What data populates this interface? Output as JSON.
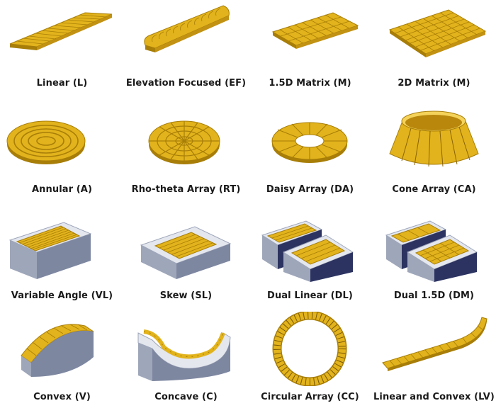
{
  "colors": {
    "gold": "#E2B31C",
    "gold_dark": "#A87E08",
    "gold_light": "#F5D35A",
    "block_top": "#E4E7EE",
    "block_side": "#9EA6BA",
    "block_front": "#7E87A0",
    "block_dark": "#2C3360"
  },
  "items": [
    {
      "label": "Linear (L)",
      "icon": "linear-array-icon"
    },
    {
      "label": "Elevation Focused (EF)",
      "icon": "elevation-focused-array-icon"
    },
    {
      "label": "1.5D Matrix (M)",
      "icon": "1-5d-matrix-array-icon"
    },
    {
      "label": "2D Matrix (M)",
      "icon": "2d-matrix-array-icon"
    },
    {
      "label": "Annular (A)",
      "icon": "annular-array-icon"
    },
    {
      "label": "Rho-theta Array (RT)",
      "icon": "rho-theta-array-icon"
    },
    {
      "label": "Daisy Array (DA)",
      "icon": "daisy-array-icon"
    },
    {
      "label": "Cone Array (CA)",
      "icon": "cone-array-icon"
    },
    {
      "label": "Variable Angle (VL)",
      "icon": "variable-angle-array-icon"
    },
    {
      "label": "Skew (SL)",
      "icon": "skew-array-icon"
    },
    {
      "label": "Dual Linear (DL)",
      "icon": "dual-linear-array-icon"
    },
    {
      "label": "Dual 1.5D (DM)",
      "icon": "dual-1-5d-array-icon"
    },
    {
      "label": "Convex (V)",
      "icon": "convex-array-icon"
    },
    {
      "label": "Concave (C)",
      "icon": "concave-array-icon"
    },
    {
      "label": "Circular Array (CC)",
      "icon": "circular-array-icon"
    },
    {
      "label": "Linear and Convex (LV)",
      "icon": "linear-and-convex-array-icon"
    }
  ]
}
